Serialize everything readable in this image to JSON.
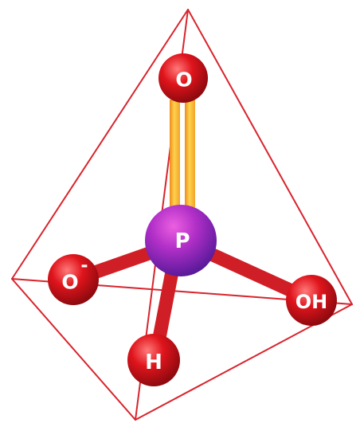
{
  "molecule": {
    "atoms": {
      "center": {
        "label": "P"
      },
      "top": {
        "label": "O"
      },
      "left": {
        "label": "O",
        "charge": "-"
      },
      "right": {
        "label": "OH"
      },
      "bottom": {
        "label": "H"
      }
    },
    "bonds": {
      "double_bond_color": "#f5b735",
      "single_bond_color": "#d01e26"
    }
  },
  "colors": {
    "tetrahedron_edge": "#d8242c",
    "oxygen": "#d4161e",
    "phosphorus": "#9b2fc4",
    "hydrogen": "#d4161e"
  }
}
